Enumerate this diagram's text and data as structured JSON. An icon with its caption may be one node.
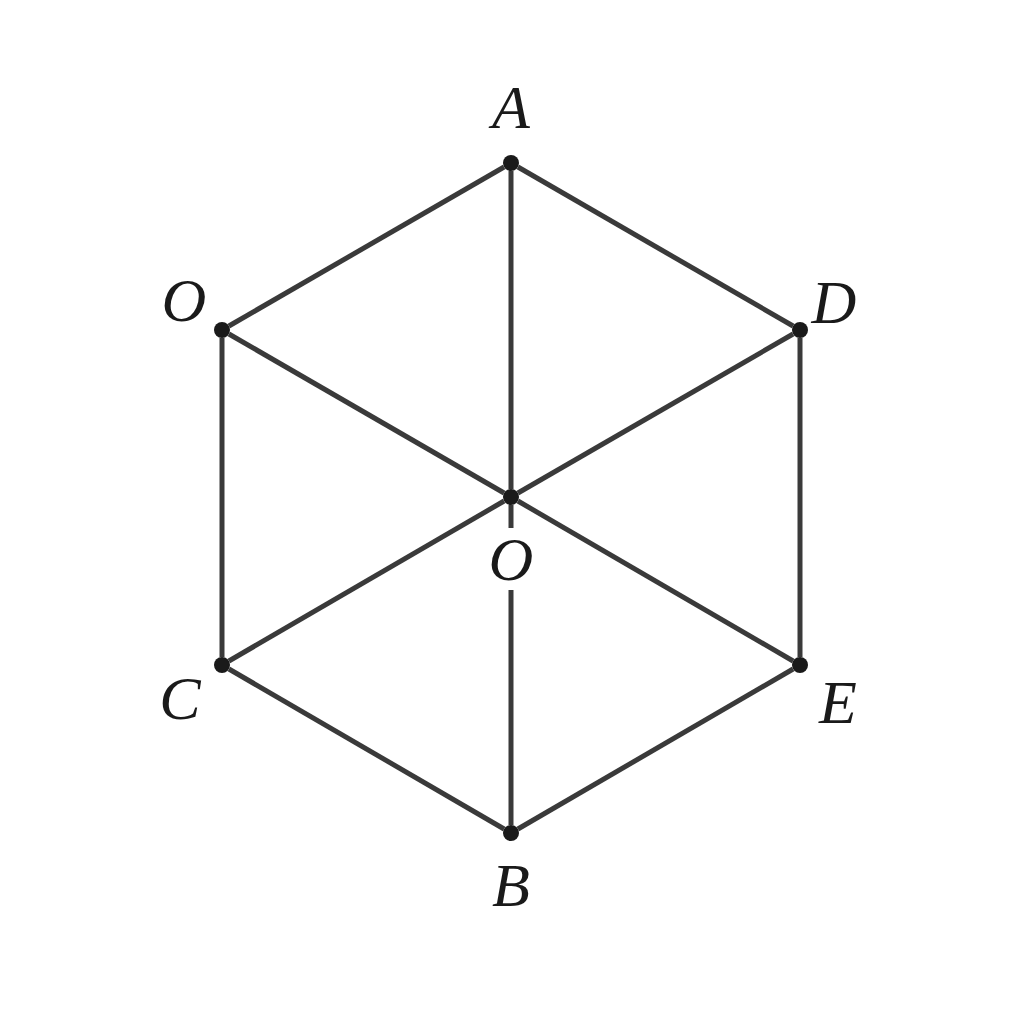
{
  "diagram": {
    "nodes": [
      {
        "text": [
          "A"
        ]
      },
      {
        "text": [
          "O"
        ]
      },
      {
        "text": [
          "D"
        ]
      },
      {
        "text": [
          "O"
        ]
      },
      {
        "text": [
          "C"
        ]
      },
      {
        "text": [
          "E"
        ]
      },
      {
        "text": [
          "B"
        ]
      }
    ],
    "edges": [
      {
        "from": 0,
        "to": 1,
        "arrow": "none"
      },
      {
        "from": 0,
        "to": 2,
        "arrow": "none"
      },
      {
        "from": 0,
        "to": 3,
        "arrow": "none"
      },
      {
        "from": 1,
        "to": 3,
        "arrow": "none"
      },
      {
        "from": 1,
        "to": 4,
        "arrow": "none"
      },
      {
        "from": 2,
        "to": 3,
        "arrow": "none"
      },
      {
        "from": 2,
        "to": 5,
        "arrow": "none"
      },
      {
        "from": 3,
        "to": 4,
        "arrow": "none"
      },
      {
        "from": 3,
        "to": 5,
        "arrow": "none"
      },
      {
        "from": 3,
        "to": 6,
        "arrow": "none"
      },
      {
        "from": 4,
        "to": 6,
        "arrow": "none"
      },
      {
        "from": 5,
        "to": 6,
        "arrow": "none"
      }
    ]
  }
}
